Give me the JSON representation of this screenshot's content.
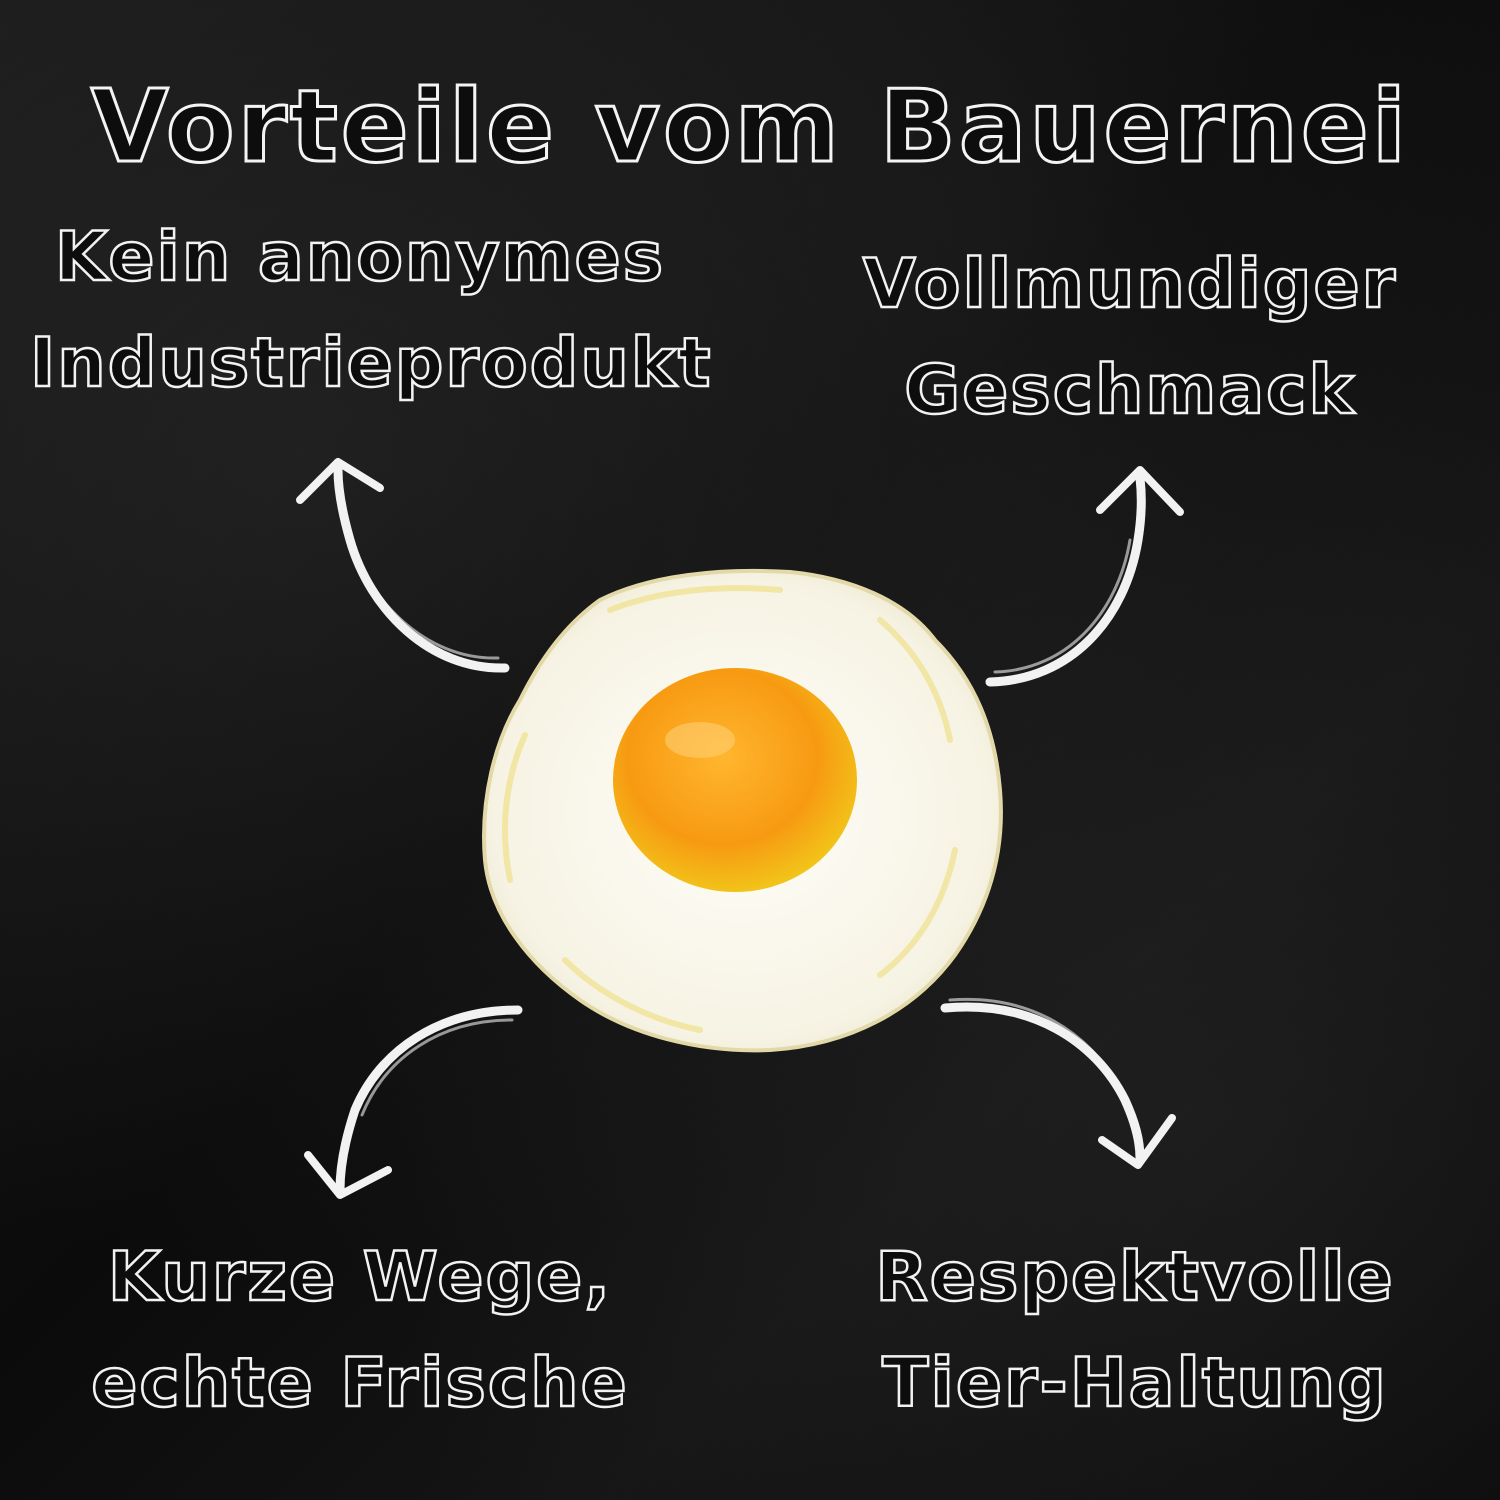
{
  "title": "Vorteile vom Bauernei",
  "benefits": {
    "top_left": {
      "line1": "Kein anonymes",
      "line2": "Industrieprodukt"
    },
    "top_right": {
      "line1": "Vollmundiger",
      "line2": "Geschmack"
    },
    "bottom_left": {
      "line1": "Kurze Wege,",
      "line2": "echte Frische"
    },
    "bottom_right": {
      "line1": "Respektvolle",
      "line2": "Tier-Haltung"
    }
  },
  "center_image": {
    "icon": "fried-egg-icon"
  },
  "colors": {
    "background": "#0d0d0d",
    "chalk": "#f2f2f2",
    "egg_white": "#fbfaf3",
    "yolk": "#f7a21a",
    "yolk_edge": "#f2c319"
  }
}
